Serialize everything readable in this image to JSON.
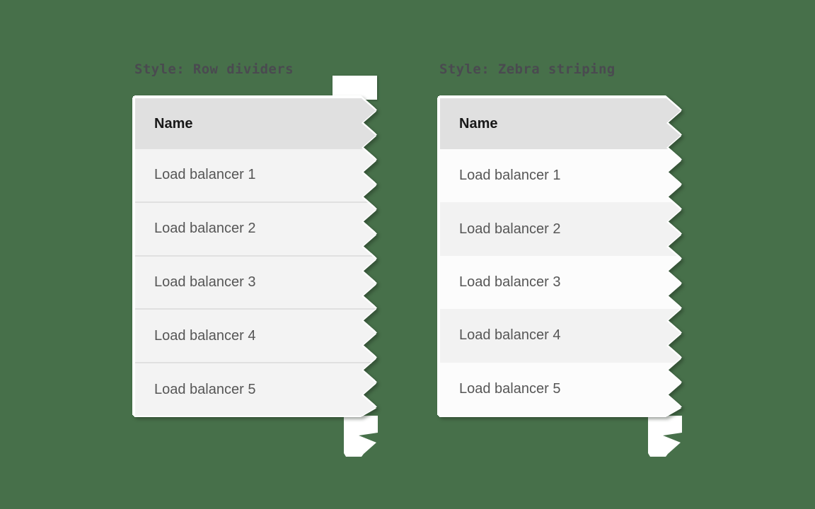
{
  "background_color": "#47704A",
  "panels": [
    {
      "title": "Style: Row dividers",
      "style_variant": "row-dividers",
      "table": {
        "header": "Name",
        "rows": [
          "Load balancer 1",
          "Load balancer 2",
          "Load balancer 3",
          "Load balancer 4",
          "Load balancer 5"
        ]
      }
    },
    {
      "title": "Style: Zebra striping",
      "style_variant": "zebra-striping",
      "table": {
        "header": "Name",
        "rows": [
          "Load balancer 1",
          "Load balancer 2",
          "Load balancer 3",
          "Load balancer 4",
          "Load balancer 5"
        ]
      }
    }
  ],
  "colors": {
    "background": "#47704A",
    "header_bg": "#E0E0E0",
    "header_text": "#191919",
    "row_bg": "#F3F3F3",
    "row_divider": "#E0E0E0",
    "zebra_row_odd": "#FCFCFC",
    "zebra_row_even": "#F2F2F2",
    "row_text": "#565656",
    "caption_text": "#4A4A50",
    "torn_fragment": "#FFFFFF"
  },
  "decor": {
    "torn_edge": "zigzag-right",
    "fragments": [
      "top-right-of-left-table",
      "bottom-right-of-left-table",
      "bottom-right-of-right-table"
    ]
  }
}
